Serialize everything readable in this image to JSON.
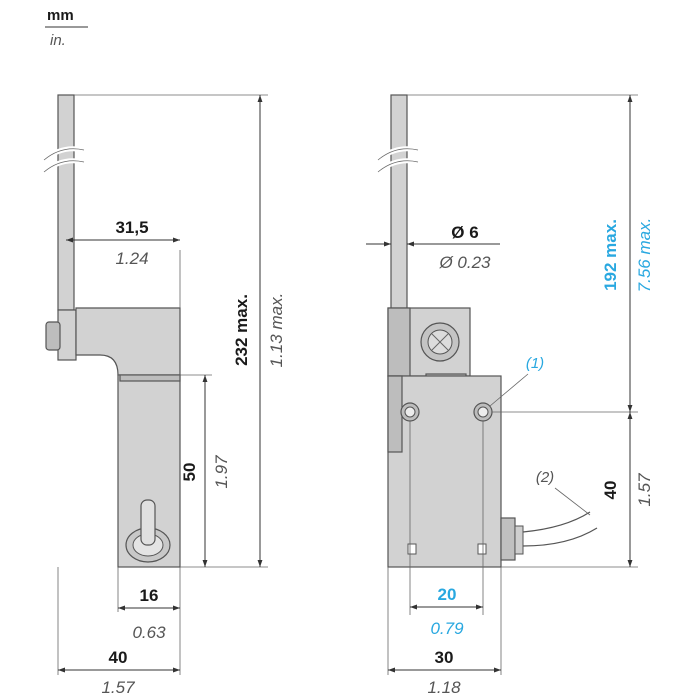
{
  "units": {
    "mm": "mm",
    "in": "in."
  },
  "colors": {
    "highlight": "#29a8e0",
    "text": "#1a1a1a",
    "italic": "#555555"
  },
  "left_view": {
    "top_width_mm": "31,5",
    "top_width_in": "1.24",
    "total_height_mm": "232 max.",
    "total_height_in": "1.13 max.",
    "body_height_mm": "50",
    "body_height_in": "1.97",
    "plunger_width_mm": "16",
    "plunger_width_in": "0.63",
    "overall_width_mm": "40",
    "overall_width_in": "1.57"
  },
  "right_view": {
    "rod_dia_mm": "Ø 6",
    "rod_dia_in": "Ø 0.23",
    "upper_height_mm": "192 max.",
    "upper_height_in": "7.56 max.",
    "callout_1": "(1)",
    "callout_2": "(2)",
    "lower_height_mm": "40",
    "lower_height_in": "1.57",
    "hole_spacing_mm": "20",
    "hole_spacing_in": "0.79",
    "overall_width_mm": "30",
    "overall_width_in": "1.18"
  }
}
